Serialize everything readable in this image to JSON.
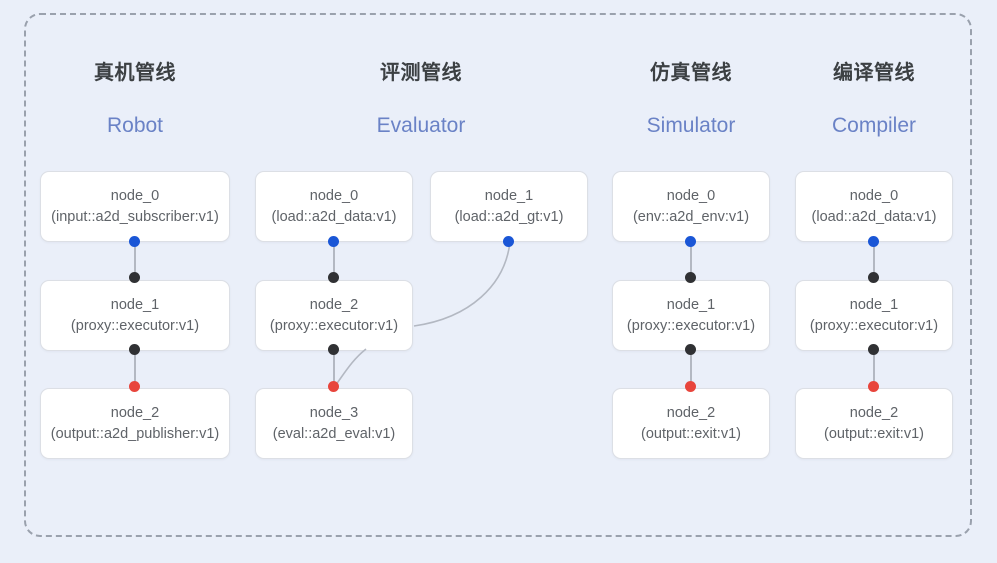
{
  "diagram": {
    "title_cn_columns": [
      "真机管线",
      "评测管线",
      "仿真管线",
      "编译管线"
    ],
    "frame": {
      "style": "dashed-rounded"
    },
    "colors": {
      "background": "#eaeff9",
      "frame_border": "#9aa1ad",
      "node_background": "#ffffff",
      "node_border": "#dcdfe5",
      "title_cn": "#3c4043",
      "title_en": "#6a82c6",
      "dot_blue": "#1a56d6",
      "dot_black": "#303134",
      "dot_red": "#e8453c",
      "edge_line": "#b3b8c2"
    },
    "columns": [
      {
        "id": "robot",
        "title_cn": "真机管线",
        "title_en": "Robot",
        "nodes": [
          {
            "name": "node_0",
            "type": "(input::a2d_subscriber:v1)"
          },
          {
            "name": "node_1",
            "type": "(proxy::executor:v1)"
          },
          {
            "name": "node_2",
            "type": "(output::a2d_publisher:v1)"
          }
        ]
      },
      {
        "id": "evaluator",
        "title_cn": "评测管线",
        "title_en": "Evaluator",
        "nodes": [
          {
            "name": "node_0",
            "type": "(load::a2d_data:v1)"
          },
          {
            "name": "node_1",
            "type": "(load::a2d_gt:v1)"
          },
          {
            "name": "node_2",
            "type": "(proxy::executor:v1)"
          },
          {
            "name": "node_3",
            "type": "(eval::a2d_eval:v1)"
          }
        ]
      },
      {
        "id": "simulator",
        "title_cn": "仿真管线",
        "title_en": "Simulator",
        "nodes": [
          {
            "name": "node_0",
            "type": "(env::a2d_env:v1)"
          },
          {
            "name": "node_1",
            "type": "(proxy::executor:v1)"
          },
          {
            "name": "node_2",
            "type": "(output::exit:v1)"
          }
        ]
      },
      {
        "id": "compiler",
        "title_cn": "编译管线",
        "title_en": "Compiler",
        "nodes": [
          {
            "name": "node_0",
            "type": "(load::a2d_data:v1)"
          },
          {
            "name": "node_1",
            "type": "(proxy::executor:v1)"
          },
          {
            "name": "node_2",
            "type": "(output::exit:v1)"
          }
        ]
      }
    ]
  }
}
